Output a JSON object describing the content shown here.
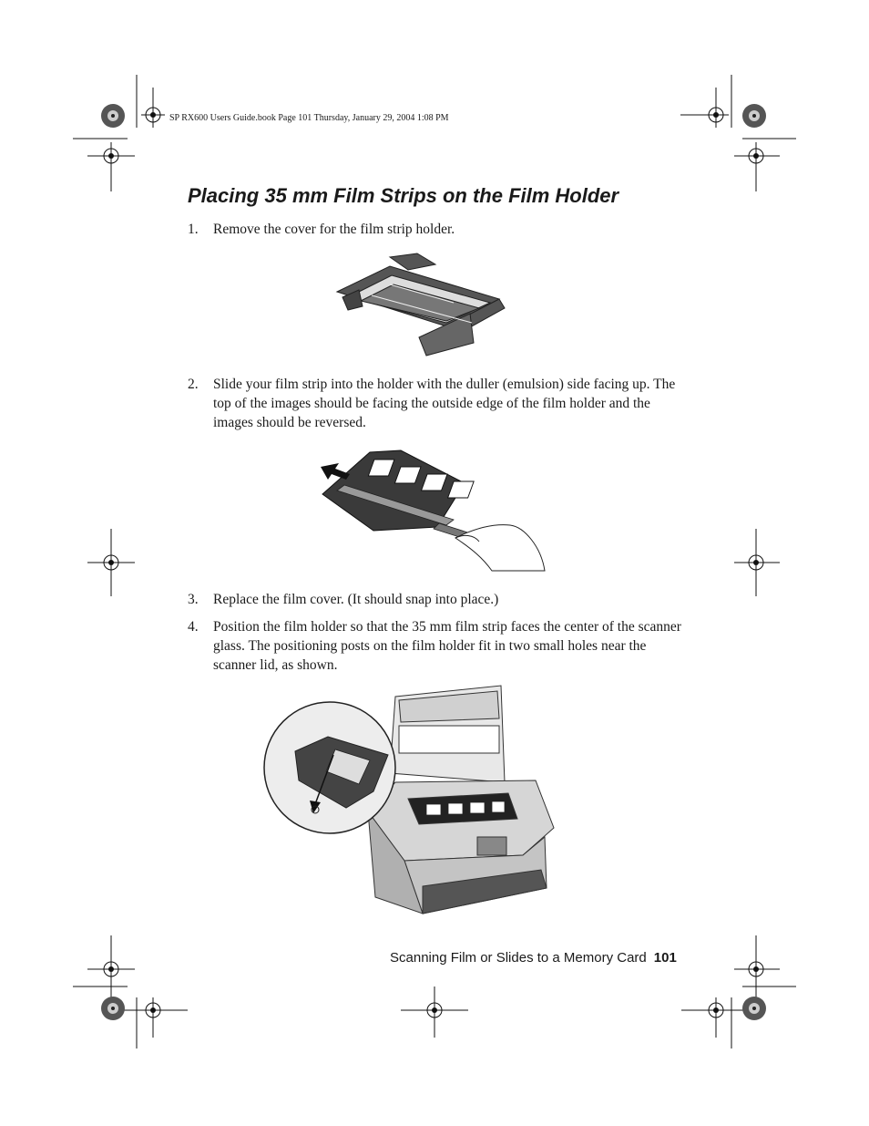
{
  "header": {
    "meta": "SP RX600 Users Guide.book  Page 101  Thursday, January 29, 2004  1:08 PM"
  },
  "title": "Placing 35 mm Film Strips on the Film Holder",
  "steps": [
    {
      "num": "1.",
      "text": "Remove the cover for the film strip holder."
    },
    {
      "num": "2.",
      "text": "Slide your film strip into the holder with the duller (emulsion) side facing up. The top of the images should be facing the outside edge of the film holder and the images should be reversed."
    },
    {
      "num": "3.",
      "text": "Replace the film cover. (It should snap into place.)"
    },
    {
      "num": "4.",
      "text": "Position the film holder so that the 35 mm film strip faces the center of the scanner glass. The positioning posts on the film holder fit in two small holes near the scanner lid, as shown."
    }
  ],
  "footer": {
    "section": "Scanning Film or Slides to a Memory Card",
    "page_number": "101"
  }
}
